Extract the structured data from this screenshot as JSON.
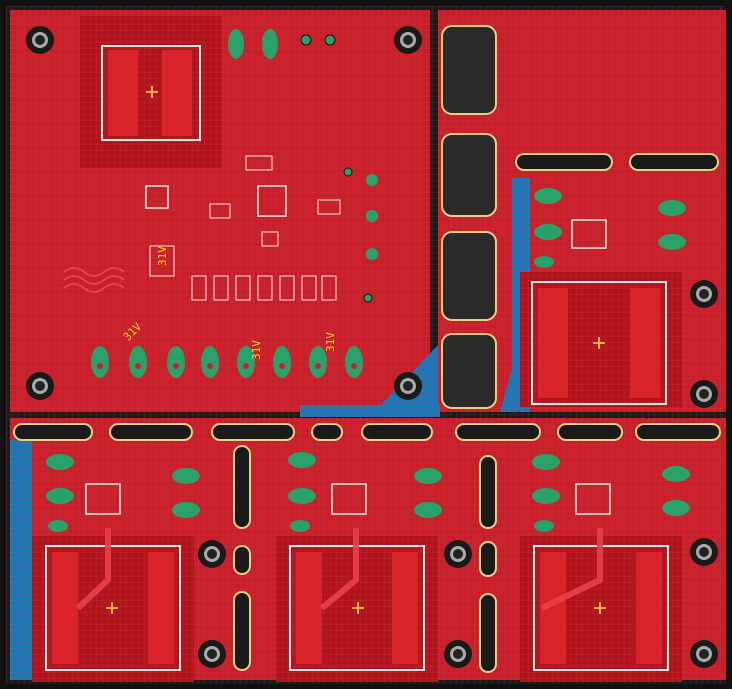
{
  "colors": {
    "board_outline": "#1a1a1a",
    "copper_red": "#c8202a",
    "copper_red_dark": "#a8141c",
    "grid_line": "#d8484f",
    "copper_blue": "#1a78b8",
    "via_green": "#2aa06a",
    "pad_dark": "#2a2a2a",
    "pad_outline": "#e8d080",
    "silk_white": "#e8e8e8",
    "silk_yellow": "#ffd21f",
    "mark_yellow": "#ffe040"
  },
  "silk_labels": {
    "label_a": "31V",
    "label_b": "31V",
    "label_c": "31V",
    "label_d": "31V"
  }
}
